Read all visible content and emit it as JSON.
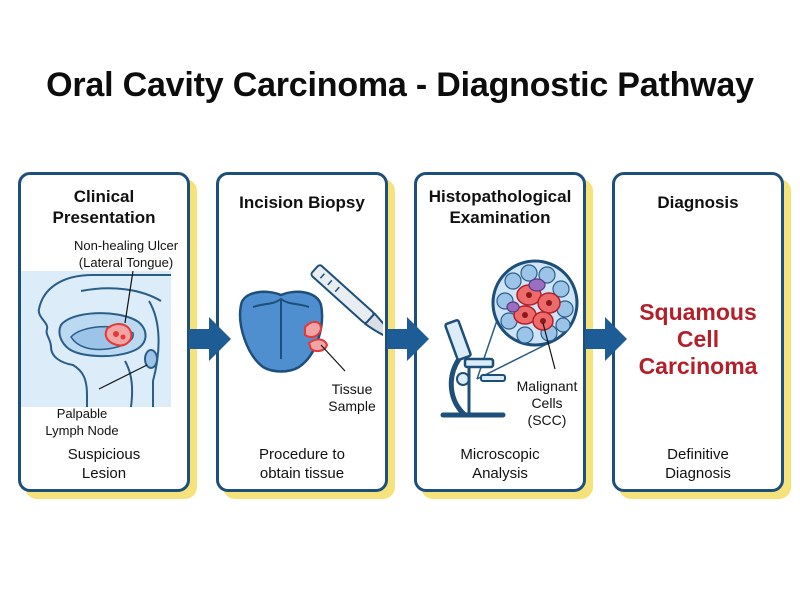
{
  "title": "Oral Cavity Carcinoma - Diagnostic Pathway",
  "colors": {
    "card_border": "#1d4f7a",
    "card_shadow": "#f6e27a",
    "arrow": "#1d5c94",
    "lesion": "#e23a3a",
    "diagnosis_text": "#b3202a"
  },
  "steps": [
    {
      "title_line1": "Clinical",
      "title_line2": "Presentation",
      "callout_top_line1": "Non-healing Ulcer",
      "callout_top_line2": "(Lateral Tongue)",
      "callout_bottom_line1": "Palpable",
      "callout_bottom_line2": "Lymph Node",
      "footer_line1": "Suspicious",
      "footer_line2": "Lesion",
      "icon": "head-profile-icon"
    },
    {
      "title_line1": "Incision Biopsy",
      "callout_line1": "Tissue",
      "callout_line2": "Sample",
      "footer_line1": "Procedure to",
      "footer_line2": "obtain tissue",
      "icon": "tongue-scalpel-icon"
    },
    {
      "title_line1": "Histopathological",
      "title_line2": "Examination",
      "callout_line1": "Malignant",
      "callout_line2": "Cells",
      "callout_line3": "(SCC)",
      "footer_line1": "Microscopic",
      "footer_line2": "Analysis",
      "icon": "microscope-icon"
    },
    {
      "title_line1": "Diagnosis",
      "result_line1": "Squamous",
      "result_line2": "Cell",
      "result_line3": "Carcinoma",
      "footer_line1": "Definitive",
      "footer_line2": "Diagnosis"
    }
  ]
}
